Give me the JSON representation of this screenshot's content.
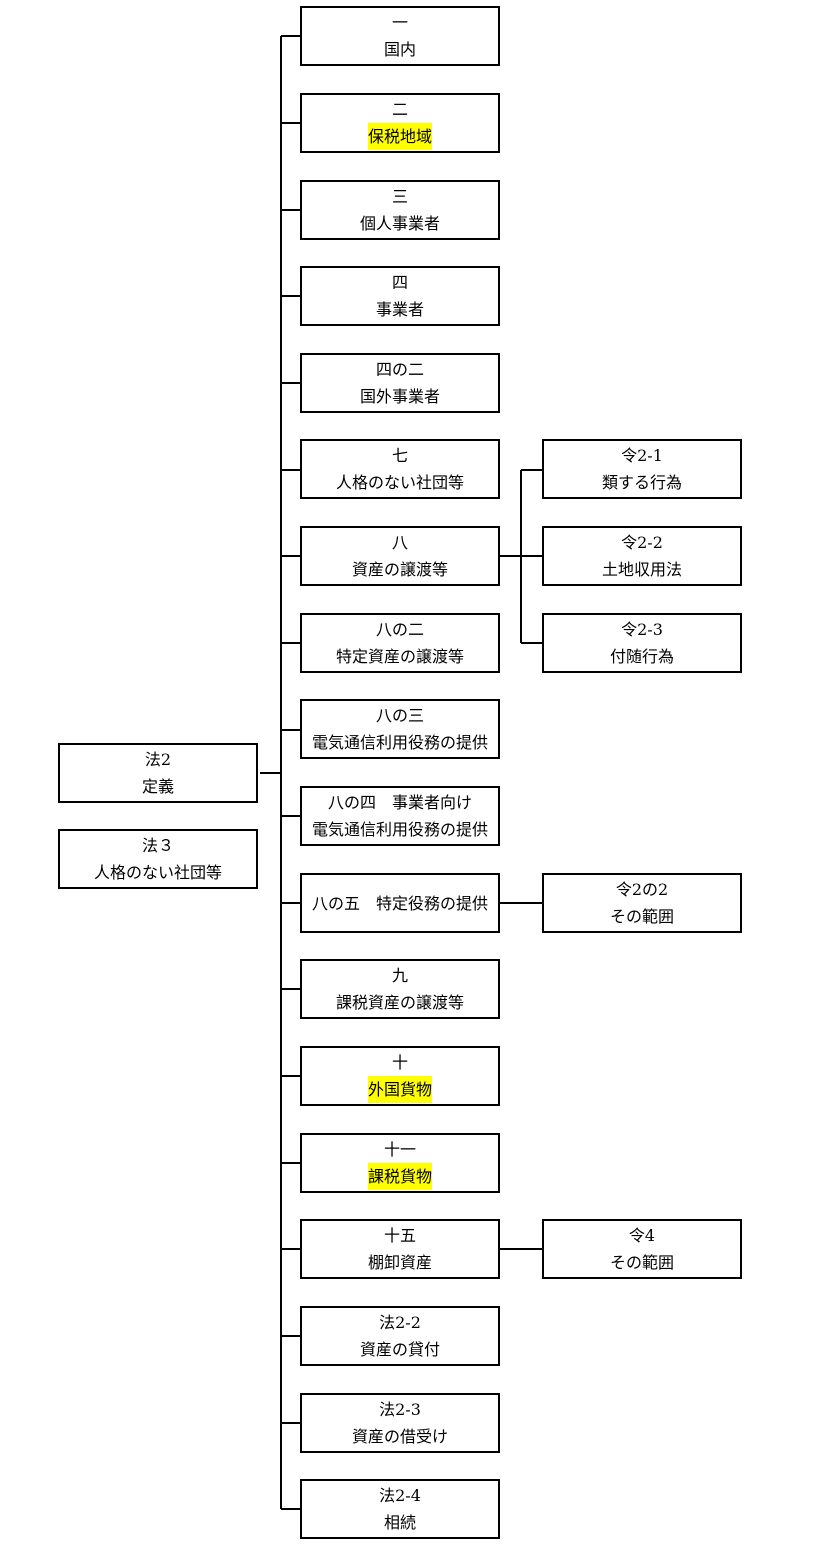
{
  "root": [
    {
      "line1": "法2",
      "line2": "定義"
    },
    {
      "line1": "法３",
      "line2": "人格のない社団等"
    }
  ],
  "items": [
    {
      "line1": "一",
      "line2": "国内",
      "highlight": false
    },
    {
      "line1": "二",
      "line2": "保税地域",
      "highlight": true
    },
    {
      "line1": "三",
      "line2": "個人事業者",
      "highlight": false
    },
    {
      "line1": "四",
      "line2": "事業者",
      "highlight": false
    },
    {
      "line1": "四の二",
      "line2": "国外事業者",
      "highlight": false
    },
    {
      "line1": "七",
      "line2": "人格のない社団等",
      "highlight": false
    },
    {
      "line1": "八",
      "line2": "資産の譲渡等",
      "highlight": false
    },
    {
      "line1": "八の二",
      "line2": "特定資産の譲渡等",
      "highlight": false
    },
    {
      "line1": "八の三",
      "line2": "電気通信利用役務の提供",
      "highlight": false
    },
    {
      "line1": "八の四　事業者向け",
      "line2": "電気通信利用役務の提供",
      "highlight": false
    },
    {
      "line1": "八の五　特定役務の提供",
      "line2": "",
      "highlight": false
    },
    {
      "line1": "九",
      "line2": "課税資産の譲渡等",
      "highlight": false
    },
    {
      "line1": "十",
      "line2": "外国貨物",
      "highlight": true
    },
    {
      "line1": "十一",
      "line2": "課税貨物",
      "highlight": true
    },
    {
      "line1": "十五",
      "line2": "棚卸資産",
      "highlight": false
    },
    {
      "line1": "法2-2",
      "line2": "資産の貸付",
      "highlight": false
    },
    {
      "line1": "法2-3",
      "line2": "資産の借受け",
      "highlight": false
    },
    {
      "line1": "法2-4",
      "line2": "相続",
      "highlight": false
    }
  ],
  "subs": [
    {
      "line1": "令2-1",
      "line2": "類する行為"
    },
    {
      "line1": "令2-2",
      "line2": "土地収用法"
    },
    {
      "line1": "令2-3",
      "line2": "付随行為"
    },
    {
      "line1": "令2の2",
      "line2": "その範囲"
    },
    {
      "line1": "令4",
      "line2": "その範囲"
    }
  ],
  "colors": {
    "highlight": "#ffff00",
    "line": "#000000"
  }
}
